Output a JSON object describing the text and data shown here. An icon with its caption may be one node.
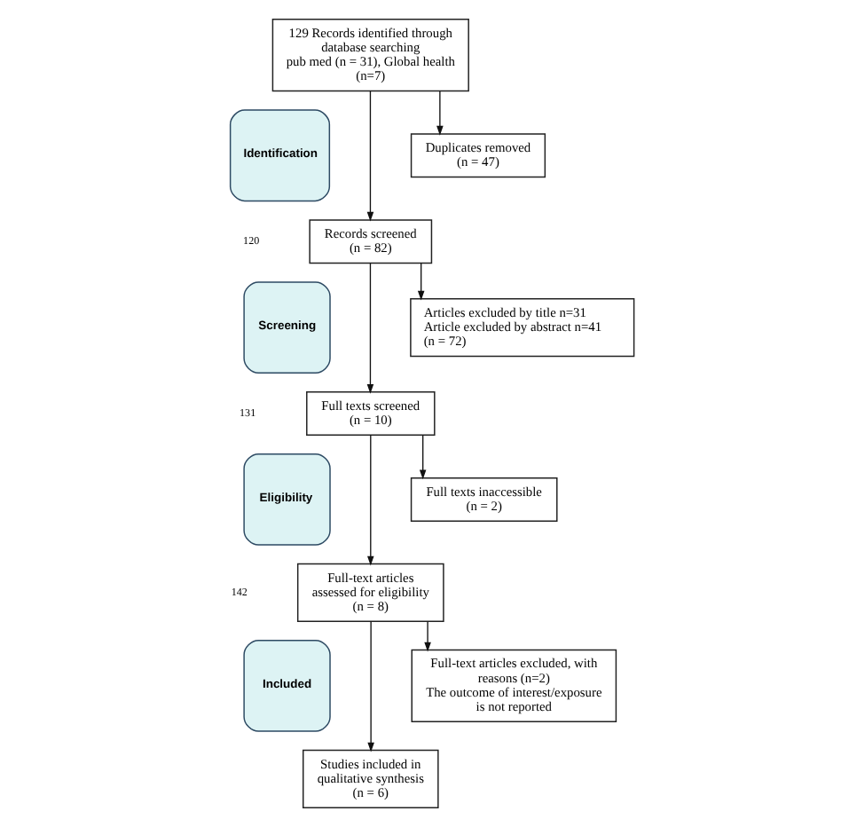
{
  "diagram": {
    "nodes": [
      {
        "text": [
          "129 Records identified through database searching",
          "pub med (n = 31), Global health (n=7)"
        ]
      },
      {
        "text": [
          "Duplicates removed",
          "(n = 47)"
        ]
      },
      {
        "text": [
          "Records screened",
          "(n = 82)"
        ]
      },
      {
        "text": [
          "Articles excluded by title n=31",
          "Article excluded by abstract n=41",
          "(n = 72)"
        ]
      },
      {
        "text": [
          "Full texts screened",
          "(n = 10)"
        ]
      },
      {
        "text": [
          "Full texts inaccessible",
          "(n = 2)"
        ]
      },
      {
        "text": [
          "Full-text articles assessed for eligibility",
          "(n = 8)"
        ]
      },
      {
        "text": [
          "Full-text articles excluded, with reasons (n=2)",
          "The outcome of interest/exposure is not reported"
        ]
      },
      {
        "text": [
          "Studies included in qualitative synthesis",
          "(n = 6)"
        ]
      },
      {
        "text": [
          "Identification"
        ]
      },
      {
        "text": [
          "Screening"
        ]
      },
      {
        "text": [
          "Eligibility"
        ]
      },
      {
        "text": [
          "Included"
        ]
      }
    ],
    "edges": [
      {
        "from": 0,
        "to": 2,
        "arrow": "to"
      },
      {
        "from": 0,
        "to": 1,
        "arrow": "to"
      },
      {
        "from": 2,
        "to": 4,
        "arrow": "to"
      },
      {
        "from": 2,
        "to": 3,
        "arrow": "to"
      },
      {
        "from": 4,
        "to": 6,
        "arrow": "to"
      },
      {
        "from": 4,
        "to": 5,
        "arrow": "to"
      },
      {
        "from": 6,
        "to": 8,
        "arrow": "to"
      },
      {
        "from": 6,
        "to": 7,
        "arrow": "to"
      }
    ],
    "labels": [
      "120",
      "131",
      "142"
    ]
  }
}
